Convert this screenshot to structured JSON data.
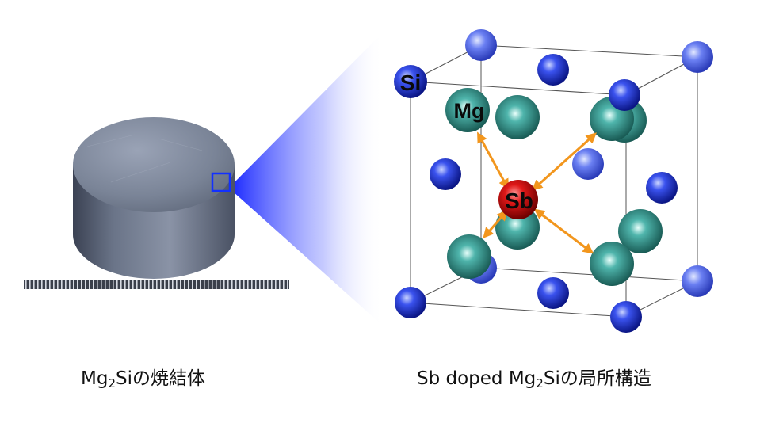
{
  "captions": {
    "left": {
      "prefix": "Mg",
      "sub": "2",
      "suffix": "Siの焼結体"
    },
    "right": {
      "prefix": "Sb doped Mg",
      "sub": "2",
      "suffix": "Siの局所構造"
    }
  },
  "atom_labels": {
    "si": "Si",
    "mg": "Mg",
    "sb": "Sb"
  },
  "colors": {
    "si": "#1a2fc4",
    "mg": "#2a7f78",
    "sb": "#c21010",
    "bond_arrow": "#f2961d",
    "sample_metal": "#5f6a80",
    "zoom_beam": "#1e2cff"
  }
}
